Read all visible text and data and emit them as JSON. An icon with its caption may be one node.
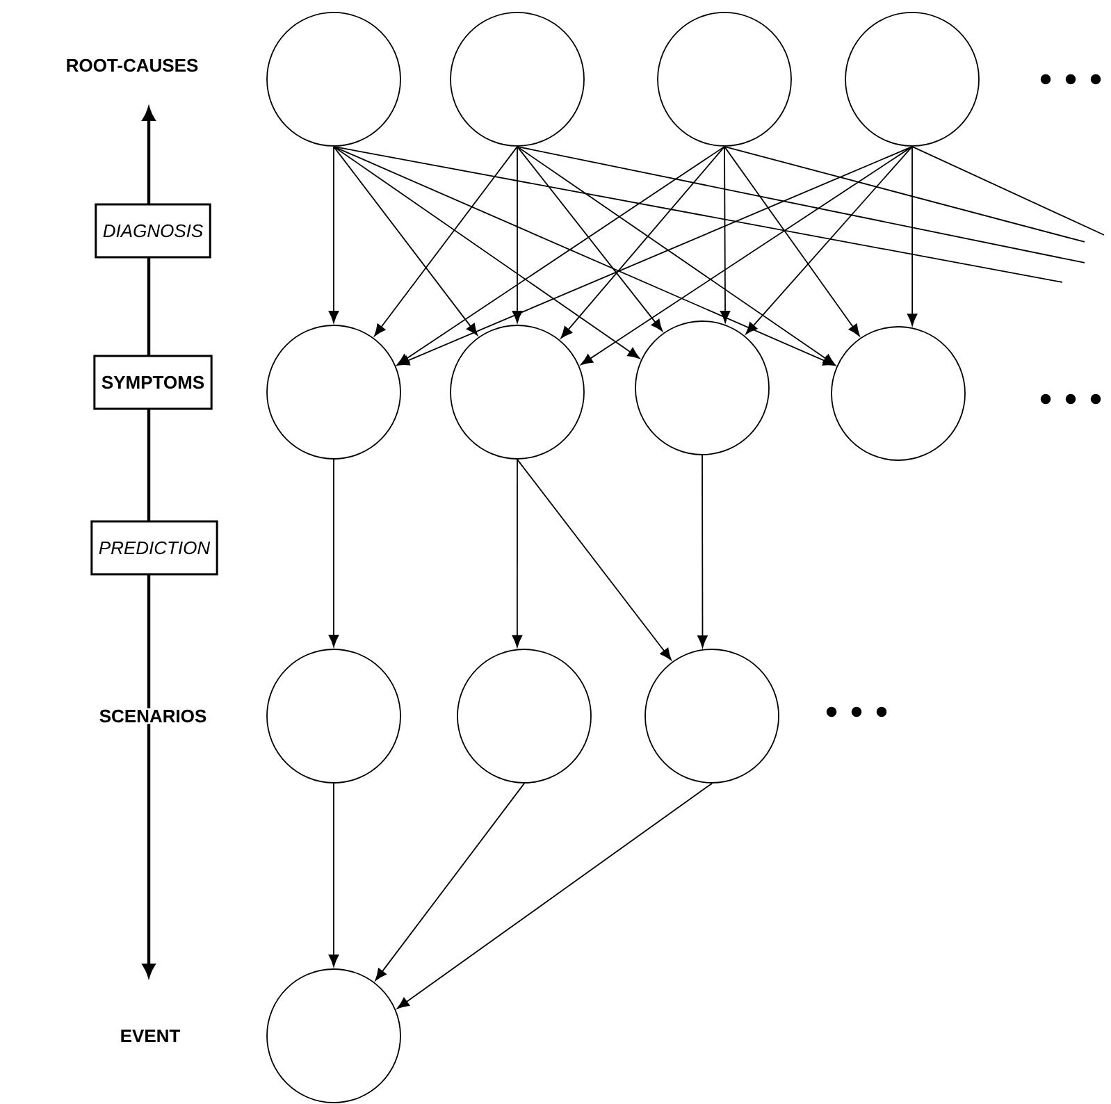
{
  "diagram": {
    "nodes": [
      {
        "text": [],
        "shape": "circle"
      },
      {
        "text": [],
        "shape": "circle"
      },
      {
        "text": [],
        "shape": "circle"
      },
      {
        "text": [],
        "shape": "circle"
      },
      {
        "text": [
          "DIAGNOSIS"
        ]
      },
      {
        "text": [
          "SYMPTOMS"
        ]
      },
      {
        "text": [],
        "shape": "circle"
      },
      {
        "text": [],
        "shape": "circle"
      },
      {
        "text": [],
        "shape": "circle"
      },
      {
        "text": [],
        "shape": "circle"
      },
      {
        "text": [
          "PREDICTION"
        ]
      },
      {
        "text": [],
        "shape": "circle"
      },
      {
        "text": [],
        "shape": "circle"
      },
      {
        "text": [],
        "shape": "circle"
      },
      {
        "text": [],
        "shape": "circle"
      }
    ],
    "edges": [
      {
        "from": 0,
        "to": 6,
        "arrow": "to"
      },
      {
        "from": 0,
        "to": 7,
        "arrow": "to"
      },
      {
        "from": 0,
        "to": 8,
        "arrow": "to"
      },
      {
        "from": 0,
        "to": 9,
        "arrow": "to"
      },
      {
        "from": 0,
        "to": null,
        "arrow": "none"
      },
      {
        "from": 1,
        "to": 6,
        "arrow": "to"
      },
      {
        "from": 1,
        "to": 7,
        "arrow": "to"
      },
      {
        "from": 1,
        "to": 8,
        "arrow": "to"
      },
      {
        "from": 1,
        "to": 9,
        "arrow": "to"
      },
      {
        "from": 1,
        "to": null,
        "arrow": "none"
      },
      {
        "from": 2,
        "to": 6,
        "arrow": "to"
      },
      {
        "from": 2,
        "to": 7,
        "arrow": "to"
      },
      {
        "from": 2,
        "to": 8,
        "arrow": "to"
      },
      {
        "from": 2,
        "to": 9,
        "arrow": "to"
      },
      {
        "from": 2,
        "to": null,
        "arrow": "none"
      },
      {
        "from": 3,
        "to": 6,
        "arrow": "to"
      },
      {
        "from": 3,
        "to": 7,
        "arrow": "to"
      },
      {
        "from": 3,
        "to": 8,
        "arrow": "to"
      },
      {
        "from": 3,
        "to": 9,
        "arrow": "to"
      },
      {
        "from": 3,
        "to": null,
        "arrow": "none"
      },
      {
        "from": 6,
        "to": 11,
        "arrow": "to"
      },
      {
        "from": 7,
        "to": 12,
        "arrow": "to"
      },
      {
        "from": 7,
        "to": 13,
        "arrow": "to"
      },
      {
        "from": 8,
        "to": 13,
        "arrow": "to"
      },
      {
        "from": 11,
        "to": 14,
        "arrow": "to"
      },
      {
        "from": 12,
        "to": 14,
        "arrow": "to"
      },
      {
        "from": 13,
        "to": 14,
        "arrow": "to"
      }
    ],
    "labels": [
      "ROOT-CAUSES",
      "SCENARIOS",
      "EVENT"
    ]
  }
}
